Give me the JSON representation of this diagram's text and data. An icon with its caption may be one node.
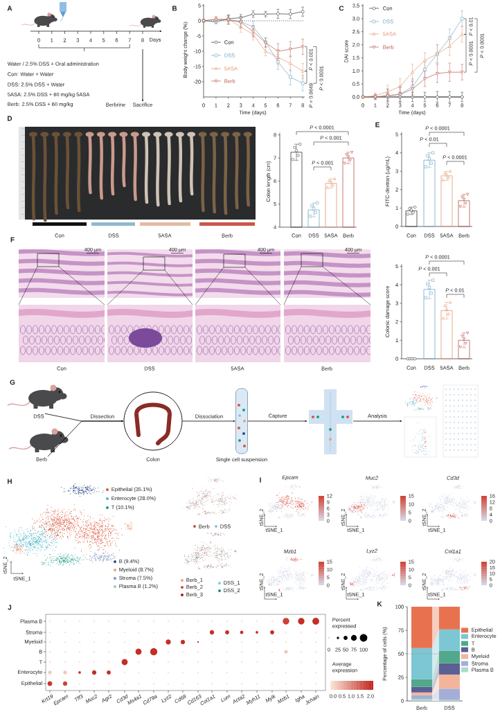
{
  "diagram": {
    "nodes": [
      {
        "text": [
          "Sacrifice"
        ]
      },
      {
        "text": [
          "DSS"
        ]
      },
      {
        "text": [
          "Berb"
        ]
      },
      {
        "text": [
          "Colon"
        ]
      },
      {
        "text": [
          "Single cell suspension"
        ]
      },
      {
        "text": [],
        "shape": "picture"
      },
      {
        "text": [],
        "shape": "picture"
      }
    ],
    "edges": [
      {
        "from": null,
        "to": 0,
        "arrow": "to"
      },
      {
        "from": 1,
        "to": 3,
        "arrow": "to",
        "label": "Dissection"
      },
      {
        "from": 2,
        "to": 3,
        "arrow": "to"
      },
      {
        "from": 3,
        "to": 4,
        "arrow": "to",
        "label": "Dissociation"
      },
      {
        "from": 4,
        "to": 5,
        "arrow": "to",
        "label": "Capture"
      },
      {
        "from": 5,
        "to": 6,
        "arrow": "to",
        "label": "Analysis"
      }
    ],
    "labels": [
      "A",
      "0",
      "1",
      "2",
      "3",
      "4",
      "5",
      "6",
      "7",
      "8",
      "Days",
      "Water / 2.5% DSS + Oral administration",
      "Con: Water + Water",
      "DSS: 2.5% DSS + Water",
      "5ASA: 2.5% DSS + 60 mg/kg 5ASA",
      "Berb: 2.5% DSS + 60 mg/kg",
      "Berbrine",
      "B",
      "5",
      "0",
      "-5",
      "-10",
      "-15",
      "-20",
      "0",
      "1",
      "2",
      "3",
      "4",
      "5",
      "6",
      "7",
      "8",
      "Time (days)",
      "Body weight change (%)",
      "*P* = 0.0649",
      "*P* < 0.001",
      "*P* < 0.0001",
      "C",
      "0.0",
      "0.5",
      "1.0",
      "1.5",
      "2.0",
      "2.5",
      "3.0",
      "3.5",
      "0",
      "1",
      "2",
      "3",
      "4",
      "5",
      "6",
      "7",
      "8",
      "Time (days)",
      "DAI score",
      "*P* < 0.01",
      "*P* < 0.0001",
      "*P* < 0.0001",
      "D",
      "Con",
      "DSS",
      "5ASA",
      "Berb",
      "4",
      "5",
      "6",
      "7",
      "8",
      "Con",
      "DSS",
      "5ASA",
      "Berb",
      "Colon length (cm)",
      "*P* < 0.0001",
      "*P* < 0.001",
      "*P* < 0.001",
      "E",
      "0",
      "1",
      "2",
      "3",
      "4",
      "5",
      "Con",
      "DSS",
      "5ASA",
      "Berb",
      "FITC-dextran (ug/mL)",
      "*P* < 0.0001",
      "*P* < 0.01",
      "*P* < 0.0001",
      "F",
      "400 µm",
      "400 µm",
      "400 µm",
      "400 µm",
      "Con",
      "DSS",
      "5ASA",
      "Berb",
      "0",
      "1",
      "2",
      "3",
      "4",
      "5",
      "Con",
      "DSS",
      "5ASA",
      "Berb",
      "Colonic damage score",
      "*P* < 0.0001",
      "*P* < 0.001",
      "*P* < 0.01",
      "G",
      "H",
      "tSNE_2",
      "tSNE_1",
      "I",
      "Epcam",
      "Muc2",
      "Cd3d",
      "12",
      "9",
      "6",
      "3",
      "0",
      "15",
      "10",
      "5",
      "0",
      "16",
      "12",
      "8",
      "4",
      "0",
      "tSNE_2",
      "tSNE_1",
      "tSNE_2",
      "tSNE_1",
      "tSNE_2",
      "tSNE_1",
      "Mzb1",
      "Lyz2",
      "Col1a1",
      "15",
      "10",
      "5",
      "0",
      "15",
      "10",
      "5",
      "0",
      "20",
      "15",
      "10",
      "5",
      "0",
      "tSNE_2",
      "tSNE_1",
      "tSNE_2",
      "tSNE_1",
      "tSNE_2",
      "tSNE_1",
      "J",
      "Plasma B",
      "Stroma",
      "Myeloid",
      "B",
      "T",
      "Enterocyte",
      "Epithelial",
      "Krt19",
      "Epcam",
      "Tff3",
      "Muc2",
      "Agr2",
      "Cd3d",
      "Ms4a1",
      "Cd79a",
      "Lyz2",
      "Cd68",
      "Cd163",
      "Col1a1",
      "Lum",
      "Acta2",
      "Myh11",
      "Mylk",
      "Mzb1",
      "Igha",
      "Jchain",
      "Percent expressed",
      "0",
      "25",
      "50",
      "75",
      "100",
      "Average expression",
      "0.0",
      "0.5",
      "1.0",
      "1.5",
      "2.0",
      "K",
      "0",
      "25",
      "50",
      "75",
      "100",
      "Percentage of cells (%)",
      "Berb",
      "DSS"
    ],
    "legend": [
      {
        "text": "Con"
      },
      {
        "text": "DSS"
      },
      {
        "text": "5ASA"
      },
      {
        "text": "Berb"
      },
      {
        "text": "Con"
      },
      {
        "text": "DSS"
      },
      {
        "text": "5ASA"
      },
      {
        "text": "Berb"
      },
      {
        "text": "Epithelial (35.1%)",
        "color": "#d9573a"
      },
      {
        "text": "Enterocyte (28.0%)",
        "color": "#4cb5c9"
      },
      {
        "text": "T (10.1%)",
        "color": "#1f9c83"
      },
      {
        "text": "B (9.4%)",
        "color": "#2e4a8a"
      },
      {
        "text": "Myeloid (8.7%)",
        "color": "#e9a07e"
      },
      {
        "text": "Stroma (7.5%)",
        "color": "#7f8fbf"
      },
      {
        "text": "Plasma B (1.2%)",
        "color": "#86cfc1"
      },
      {
        "text": "Berb",
        "color": "#c8553d"
      },
      {
        "text": "DSS",
        "color": "#8ec0d3"
      },
      {
        "text": "Berb_1",
        "color": "#e8a28a"
      },
      {
        "text": "Berb_2",
        "color": "#d0452f"
      },
      {
        "text": "Berb_3",
        "color": "#9c1f1a"
      },
      {
        "text": "DSS_1",
        "color": "#8ec8d8"
      },
      {
        "text": "DSS_2",
        "color": "#1e8c87"
      },
      {
        "text": "Epithelial",
        "color": "#e8724f"
      },
      {
        "text": "Enterocyte",
        "color": "#7dc6d3"
      },
      {
        "text": "T",
        "color": "#4fa98a"
      },
      {
        "text": "B",
        "color": "#5b5f94"
      },
      {
        "text": "Myeloid",
        "color": "#f2b59c"
      },
      {
        "text": "Stroma",
        "color": "#a4aed6"
      },
      {
        "text": "Plasma B",
        "color": "#a9dccd"
      }
    ]
  }
}
